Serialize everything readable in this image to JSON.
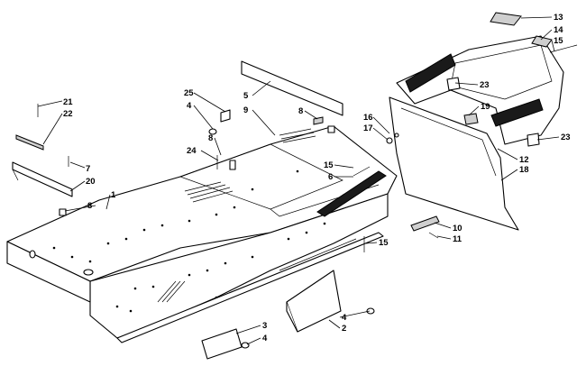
{
  "callouts": [
    {
      "id": "c21",
      "text": "21"
    },
    {
      "id": "c22",
      "text": "22"
    },
    {
      "id": "c7",
      "text": "7"
    },
    {
      "id": "c20",
      "text": "20"
    },
    {
      "id": "c1",
      "text": "1"
    },
    {
      "id": "c8a",
      "text": "8"
    },
    {
      "id": "c25",
      "text": "25"
    },
    {
      "id": "c4a",
      "text": "4"
    },
    {
      "id": "c9",
      "text": "9"
    },
    {
      "id": "c5",
      "text": "5"
    },
    {
      "id": "c8b",
      "text": "8"
    },
    {
      "id": "c8c",
      "text": "8"
    },
    {
      "id": "c24",
      "text": "24"
    },
    {
      "id": "c15a",
      "text": "15"
    },
    {
      "id": "c6",
      "text": "6"
    },
    {
      "id": "c16",
      "text": "16"
    },
    {
      "id": "c17",
      "text": "17"
    },
    {
      "id": "c19",
      "text": "19"
    },
    {
      "id": "c13",
      "text": "13"
    },
    {
      "id": "c14",
      "text": "14"
    },
    {
      "id": "c15b",
      "text": "15"
    },
    {
      "id": "c23a",
      "text": "23"
    },
    {
      "id": "c23b",
      "text": "23"
    },
    {
      "id": "c12",
      "text": "12"
    },
    {
      "id": "c18",
      "text": "18"
    },
    {
      "id": "c10",
      "text": "10"
    },
    {
      "id": "c11",
      "text": "11"
    },
    {
      "id": "c15c",
      "text": "15"
    },
    {
      "id": "c4b",
      "text": "4"
    },
    {
      "id": "c2",
      "text": "2"
    },
    {
      "id": "c3",
      "text": "3"
    },
    {
      "id": "c4c",
      "text": "4"
    }
  ]
}
